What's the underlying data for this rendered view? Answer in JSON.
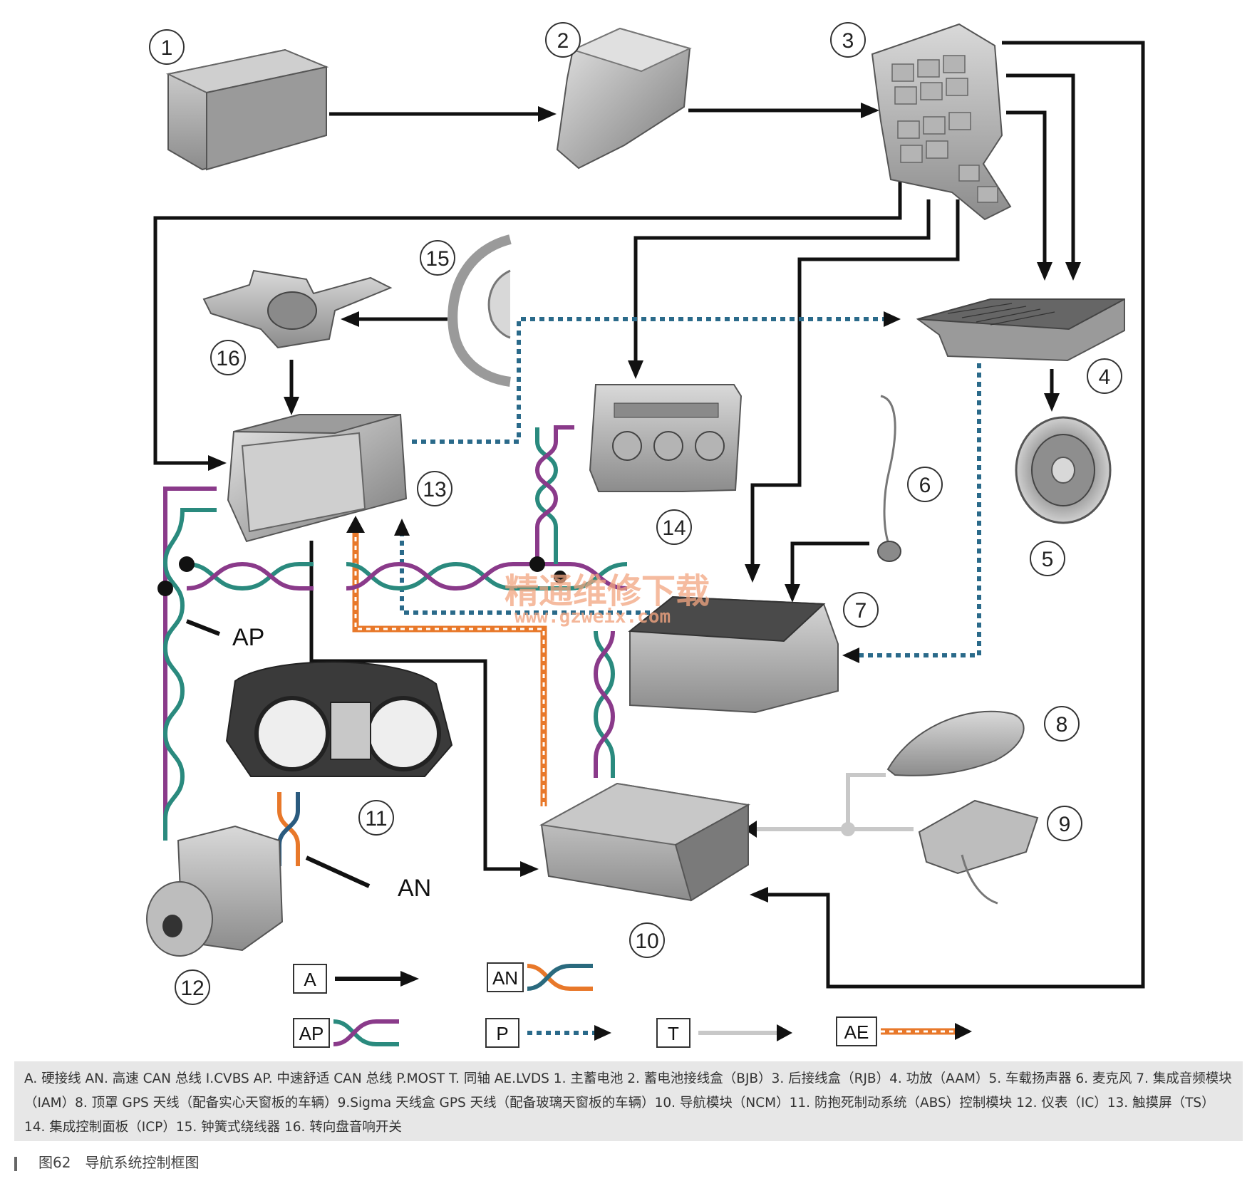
{
  "components": [
    {
      "id": "1",
      "name": "主蓄电池"
    },
    {
      "id": "2",
      "name": "蓄电池接线盒（BJB）"
    },
    {
      "id": "3",
      "name": "后接线盒（RJB）"
    },
    {
      "id": "4",
      "name": "功放（AAM）"
    },
    {
      "id": "5",
      "name": "车载扬声器"
    },
    {
      "id": "6",
      "name": "麦克风"
    },
    {
      "id": "7",
      "name": "集成音频模块（IAM）"
    },
    {
      "id": "8",
      "name": "顶罩 GPS 天线（配备实心天窗板的车辆）"
    },
    {
      "id": "9",
      "name": "Sigma 天线盒 GPS 天线（配备玻璃天窗板的车辆）"
    },
    {
      "id": "10",
      "name": "导航模块（NCM）"
    },
    {
      "id": "11",
      "name": "防抱死制动系统（ABS）控制模块"
    },
    {
      "id": "12",
      "name": "仪表（IC）"
    },
    {
      "id": "13",
      "name": "触摸屏（TS）"
    },
    {
      "id": "14",
      "name": "集成控制面板（ICP）"
    },
    {
      "id": "15",
      "name": "钟簧式绕线器"
    },
    {
      "id": "16",
      "name": "转向盘音响开关"
    }
  ],
  "bus_labels": {
    "ap": "AP",
    "an": "AN"
  },
  "legend": {
    "a": "A",
    "an": "AN",
    "ap": "AP",
    "p": "P",
    "t": "T",
    "ae": "AE"
  },
  "colors": {
    "hardwire": "#111111",
    "teal": "#2a8a7e",
    "purple": "#8a3a8a",
    "orange": "#e8782a",
    "most": "#2a6a8a",
    "coax": "#c8c8c8"
  },
  "watermark": {
    "line1": "精通维修下载",
    "line2": "www.gzweix.com"
  },
  "caption": "A. 硬接线 AN. 高速 CAN 总线 I.CVBS AP. 中速舒适 CAN 总线 P.MOST T. 同轴 AE.LVDS 1. 主蓄电池 2. 蓄电池接线盒（BJB）3. 后接线盒（RJB）4. 功放（AAM）5. 车载扬声器 6. 麦克风 7. 集成音频模块（IAM）8. 顶罩 GPS 天线（配备实心天窗板的车辆）9.Sigma 天线盒 GPS 天线（配备玻璃天窗板的车辆）10. 导航模块（NCM）11. 防抱死制动系统（ABS）控制模块 12. 仪表（IC）13. 触摸屏（TS）14. 集成控制面板（ICP）15. 钟簧式绕线器 16. 转向盘音响开关",
  "figure_title": "图62　导航系统控制框图"
}
